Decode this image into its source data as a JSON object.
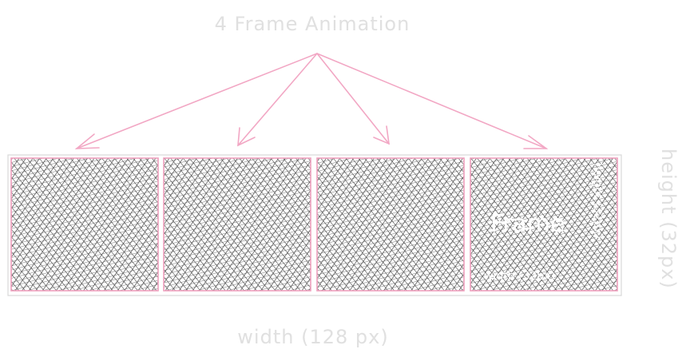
{
  "title": "4 Frame Animation",
  "frame_count": 4,
  "frame_label": "Frame",
  "frame_width_label": "width (32px)",
  "frame_height_label": "height (32px)",
  "sheet_width_label": "width (128 px)",
  "sheet_height_label": "height (32px)",
  "colors": {
    "arrow": "#f2a7c4",
    "frame_border": "#ef9fbd",
    "hatch": "#3a3a3a",
    "faint_text": "#e0e0e0",
    "sheet_border": "#d8d8d8",
    "frame_text": "#ffffff"
  }
}
